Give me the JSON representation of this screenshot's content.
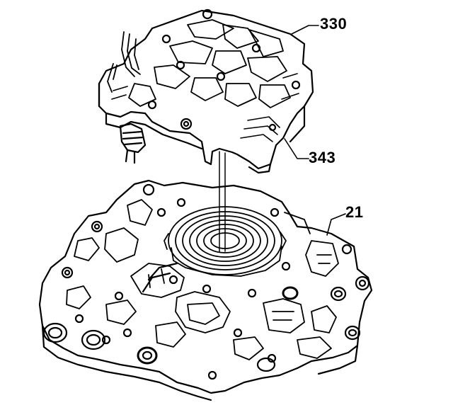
{
  "diagram": {
    "callouts": [
      {
        "id": "330",
        "label": "330"
      },
      {
        "id": "343",
        "label": "343"
      },
      {
        "id": "21",
        "label": "21"
      }
    ],
    "colors": {
      "ink": "#000000",
      "paper": "#ffffff"
    }
  }
}
